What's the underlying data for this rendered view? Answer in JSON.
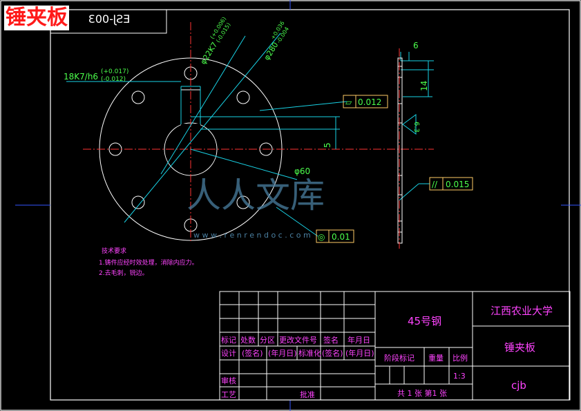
{
  "drawing": {
    "title_overlay": "锤夹板",
    "mirrored_code": "ESJ-003",
    "dims": {
      "keyway": "18K7/h6",
      "keyway_tol_upper": "(+0.017)",
      "keyway_tol_lower": "(-0.012)",
      "bore_22": "φ22K7",
      "bore_22_tol_upper": "(+0.006)",
      "bore_22_tol_lower": "(-0.015)",
      "bore_280": "φ280",
      "bore_280_tol_upper": "+0.036",
      "bore_280_tol_lower": "-0.004",
      "dia_60": "φ60",
      "dim_5": "5",
      "dim_6": "6",
      "dim_14": "14",
      "roughness": "6.3"
    },
    "tolerances": {
      "flatness_symbol": "▱",
      "flatness_value": "0.012",
      "parallel_symbol": "//",
      "parallel_value": "0.015",
      "concentric_symbol": "◎",
      "concentric_value": "0.01"
    },
    "tech_notes": {
      "heading": "技术要求",
      "line1": "1.铸件应经时效处理，消除内应力。",
      "line2": "2.去毛刺，锐边。"
    },
    "title_block": {
      "material": "45号钢",
      "school": "江西农业大学",
      "part_name": "锤夹板",
      "designer": "cjb",
      "h_mark": "标记",
      "h_count": "处数",
      "h_zone": "分区",
      "h_doc": "更改文件号",
      "h_sign": "签名",
      "h_date": "年月日",
      "r_design": "设计",
      "r_sign": "(签名)",
      "r_date": "(年月日)",
      "r_std": "标准化",
      "r_sign2": "(签名)",
      "r_date2": "(年月日)",
      "stage": "阶段标记",
      "weight": "重量",
      "scale_label": "比例",
      "scale": "1:3",
      "review": "审核",
      "process": "工艺",
      "approve": "批准",
      "sheets": "共 1 张  第1 张"
    },
    "watermark": {
      "text": "人人文库",
      "url": "w w w . r e n r e n d o c . c o m"
    }
  }
}
